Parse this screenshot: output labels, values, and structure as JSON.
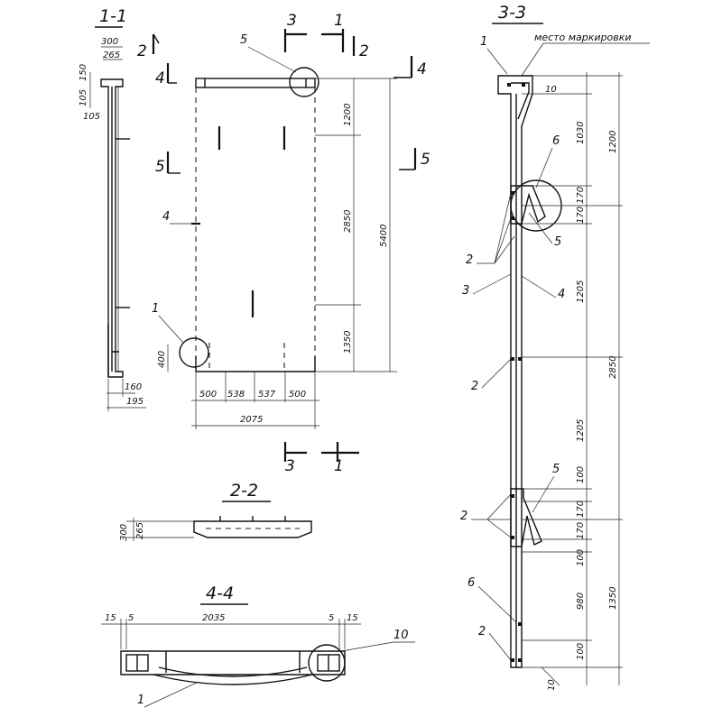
{
  "sections": {
    "s11": "1-1",
    "s22": "2-2",
    "s33": "3-3",
    "s44": "4-4"
  },
  "cut_marks": {
    "c2": "2",
    "c3": "3",
    "c1": "1",
    "c4": "4",
    "c5": "5"
  },
  "callouts": {
    "n1": "1",
    "n2": "2",
    "n3": "3",
    "n4": "4",
    "n5": "5",
    "n6": "6",
    "n10": "10"
  },
  "notes": {
    "marking_place": "место маркировки"
  },
  "dims_11": {
    "d300": "300",
    "d265": "265",
    "d150": "150",
    "d105a": "105",
    "d105b": "105",
    "d160": "160",
    "d195": "195"
  },
  "dims_elev": {
    "d1200": "1200",
    "d2850": "2850",
    "d1350": "1350",
    "d5400": "5400",
    "d400": "400",
    "d500a": "500",
    "d538": "538",
    "d537": "537",
    "d500b": "500",
    "d2075": "2075"
  },
  "dims_22": {
    "d300": "300",
    "d265": "265"
  },
  "dims_33": {
    "d10a": "10",
    "d1030": "1030",
    "d1200": "1200",
    "d170a": "170",
    "d170b": "170",
    "d1205a": "1205",
    "d2850": "2850",
    "d1205b": "1205",
    "d100a": "100",
    "d170c": "170",
    "d170d": "170",
    "d100b": "100",
    "d980": "980",
    "d1350": "1350",
    "d100c": "100",
    "d10b": "10"
  },
  "dims_44": {
    "d15a": "15",
    "d5a": "5",
    "d2035": "2035",
    "d5b": "5",
    "d15b": "15"
  }
}
